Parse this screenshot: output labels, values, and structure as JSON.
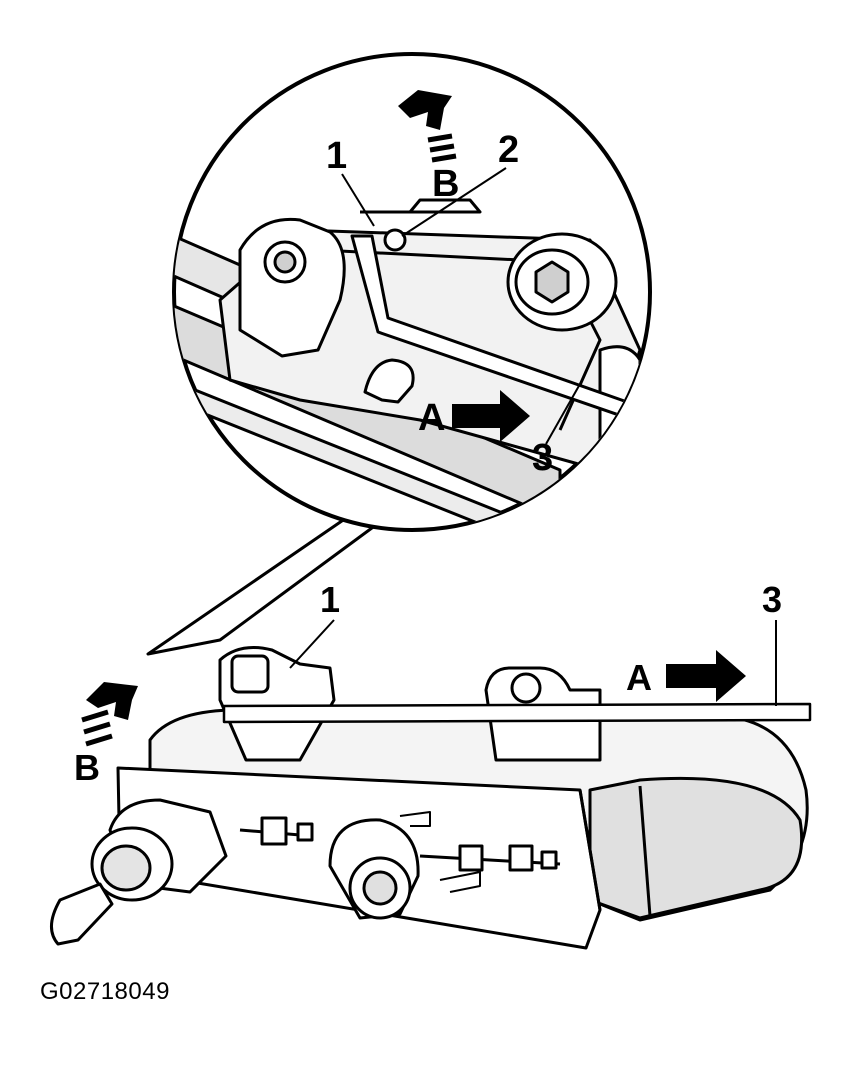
{
  "figure_id": "G02718049",
  "detail_callouts": {
    "label_1": "1",
    "label_2": "2",
    "label_3": "3",
    "label_a": "A",
    "label_b": "B"
  },
  "main_callouts": {
    "label_1": "1",
    "label_3": "3",
    "label_a": "A",
    "label_b": "B"
  },
  "colors": {
    "ink": "#000000",
    "paper": "#ffffff",
    "shade": "#d8d8d8"
  }
}
